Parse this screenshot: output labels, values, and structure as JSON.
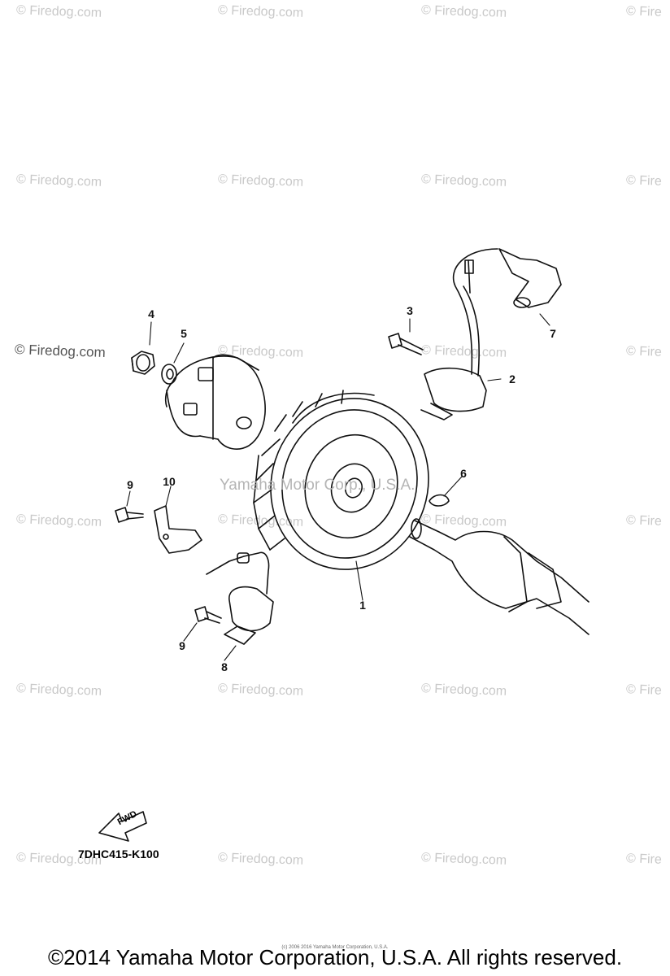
{
  "watermark": {
    "text": "© Firedog.com",
    "partial_text": "© Fire"
  },
  "center_watermark": "Yamaha Motor Corp., U.S.A.",
  "callouts": {
    "c1": "1",
    "c2": "2",
    "c3": "3",
    "c4": "4",
    "c5": "5",
    "c6": "6",
    "c7": "7",
    "c8": "8",
    "c9a": "9",
    "c9b": "9",
    "c10": "10"
  },
  "fwd_label": "FWD",
  "figure_code": "7DHC415-K100",
  "tiny_credit": "(c) 2006 2016 Yamaha Motor Corporation, U.S.A.",
  "copyright": "©2014 Yamaha Motor Corporation, U.S.A. All rights reserved."
}
